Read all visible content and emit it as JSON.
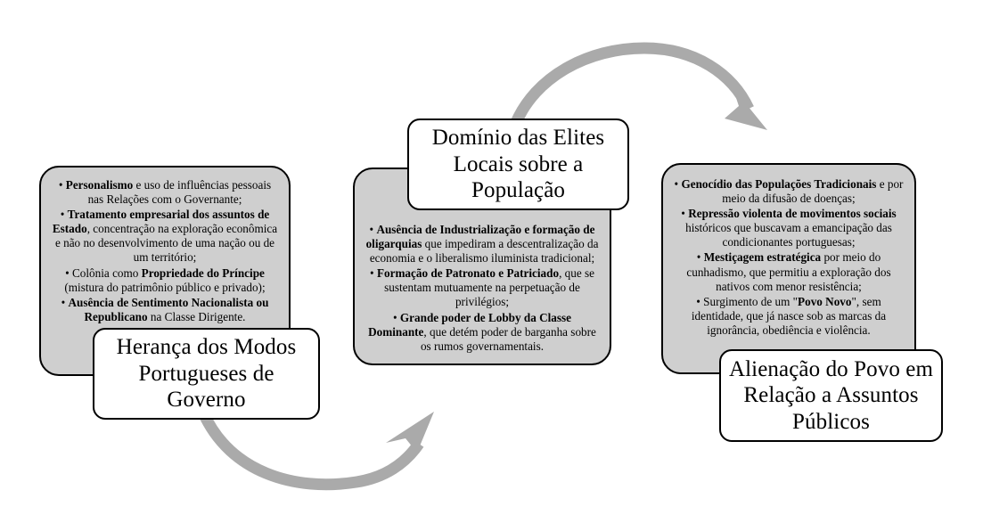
{
  "diagram": {
    "type": "process-flow",
    "background_color": "#ffffff",
    "panel_fill_color": "#cfcfcf",
    "panel_border_color": "#000000",
    "title_box_fill_color": "#ffffff",
    "arrow_color": "#aaaaaa"
  },
  "columns": [
    {
      "id": "col-1",
      "title": "Herança dos Modos Portugueses de Governo",
      "bullets": [
        {
          "segments": [
            {
              "text": "• ",
              "bold": false
            },
            {
              "text": "Personalismo",
              "bold": true
            },
            {
              "text": " e uso de influências pessoais nas Relações com o Governante;",
              "bold": false
            }
          ]
        },
        {
          "segments": [
            {
              "text": "• ",
              "bold": false
            },
            {
              "text": "Tratamento empresarial dos assuntos de Estado",
              "bold": true
            },
            {
              "text": ", concentração na exploração econômica e não no desenvolvimento de uma nação ou de um território;",
              "bold": false
            }
          ]
        },
        {
          "segments": [
            {
              "text": "• Colônia como ",
              "bold": false
            },
            {
              "text": "Propriedade do Príncipe",
              "bold": true
            },
            {
              "text": " (mistura do patrimônio público e privado);",
              "bold": false
            }
          ]
        },
        {
          "segments": [
            {
              "text": "• ",
              "bold": false
            },
            {
              "text": "Ausência de Sentimento Nacionalista ou Republicano",
              "bold": true
            },
            {
              "text": " na Classe Dirigente.",
              "bold": false
            }
          ]
        }
      ]
    },
    {
      "id": "col-2",
      "title": "Domínio das Elites Locais sobre a População",
      "bullets": [
        {
          "segments": [
            {
              "text": "• ",
              "bold": false
            },
            {
              "text": "Ausência de Industrialização e formação de oligarquias",
              "bold": true
            },
            {
              "text": " que impediram a descentralização da economia e o liberalismo iluminista tradicional;",
              "bold": false
            }
          ]
        },
        {
          "segments": [
            {
              "text": "• ",
              "bold": false
            },
            {
              "text": "Formação de Patronato e Patriciado",
              "bold": true
            },
            {
              "text": ", que se sustentam mutuamente na perpetuação de privilégios;",
              "bold": false
            }
          ]
        },
        {
          "segments": [
            {
              "text": "• ",
              "bold": false
            },
            {
              "text": "Grande poder de Lobby da Classe Dominante",
              "bold": true
            },
            {
              "text": ", que detém poder de barganha sobre os rumos governamentais.",
              "bold": false
            }
          ]
        }
      ]
    },
    {
      "id": "col-3",
      "title": "Alienação do Povo em Relação a Assuntos Públicos",
      "bullets": [
        {
          "segments": [
            {
              "text": "• ",
              "bold": false
            },
            {
              "text": "Genocídio das Populações Tradicionais",
              "bold": true
            },
            {
              "text": " e por meio da difusão de doenças;",
              "bold": false
            }
          ]
        },
        {
          "segments": [
            {
              "text": "• ",
              "bold": false
            },
            {
              "text": "Repressão violenta de movimentos sociais",
              "bold": true
            },
            {
              "text": " históricos que buscavam a emancipação das condicionantes portuguesas;",
              "bold": false
            }
          ]
        },
        {
          "segments": [
            {
              "text": "• ",
              "bold": false
            },
            {
              "text": "Mestiçagem estratégica",
              "bold": true
            },
            {
              "text": " por meio do cunhadismo, que permitiu a exploração dos nativos com menor resistência;",
              "bold": false
            }
          ]
        },
        {
          "segments": [
            {
              "text": "• Surgimento de um \"",
              "bold": false
            },
            {
              "text": "Povo Novo",
              "bold": true
            },
            {
              "text": "\", sem identidade, que já nasce sob as marcas da ignorância, obediência e violência.",
              "bold": false
            }
          ]
        }
      ]
    }
  ],
  "arrows": [
    {
      "id": "arrow-1-to-2",
      "from": "col-1",
      "to": "col-2",
      "direction": "down-then-up-right",
      "color": "#aaaaaa"
    },
    {
      "id": "arrow-2-to-3",
      "from": "col-2",
      "to": "col-3",
      "direction": "up-then-down-right",
      "color": "#aaaaaa"
    }
  ]
}
